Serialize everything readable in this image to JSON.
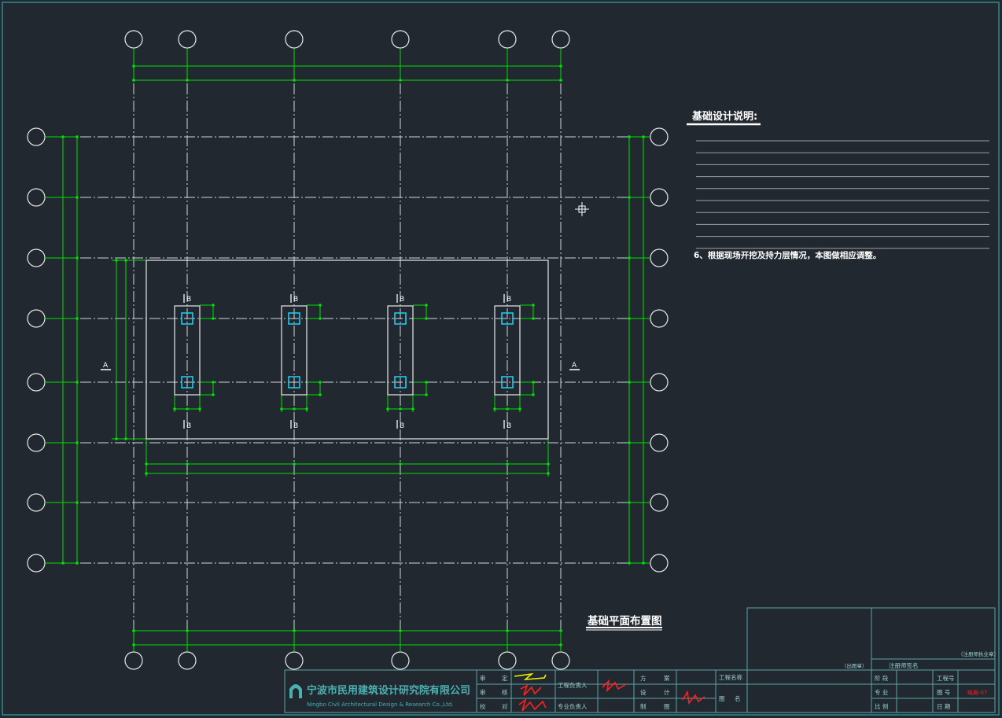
{
  "colors": {
    "background": "#212830",
    "frame": "#2a8c8c",
    "grid_axis": "#cfd6dd",
    "dimension": "#00e000",
    "footing": "#e8e8e8",
    "column": "#1ec8f0",
    "text": "#ffffff",
    "signature_red": "#ff2020",
    "signature_yellow": "#f0f000",
    "title_block": "#5aa6a6"
  },
  "notes": {
    "title": "基础设计说明:",
    "item6": "6、根据现场开挖及持力层情况，本图做相应调整。"
  },
  "drawing_title": "基础平面布置图",
  "section_marks": {
    "a": "A",
    "b": "B"
  },
  "title_block": {
    "company_cn": "宁波市民用建筑设计研究院有限公司",
    "company_en": "Ningbo Civil Architectural Design & Research Co.,Ltd.",
    "row1": [
      "审",
      "定"
    ],
    "row2": [
      "审",
      "核"
    ],
    "row3": [
      "校",
      "对"
    ],
    "project_lead": "工程负责人",
    "discipline_lead": "专业负责人",
    "fang_an": [
      "方",
      "案"
    ],
    "design": [
      "设",
      "计"
    ],
    "drawing": [
      "制",
      "图"
    ],
    "project_name": "工程名称",
    "drawing_name": [
      "图",
      "名"
    ],
    "phase": "阶 段",
    "specialty": "专 业",
    "scale": "比 例",
    "project_no": "工程号",
    "drawing_no": "图 号",
    "date": "日 期",
    "stamp_left": "（出图章）",
    "architect_sign": "注册师签名",
    "stamp_right": "（注册师执业章）",
    "drawing_no_value": "结施-07"
  }
}
